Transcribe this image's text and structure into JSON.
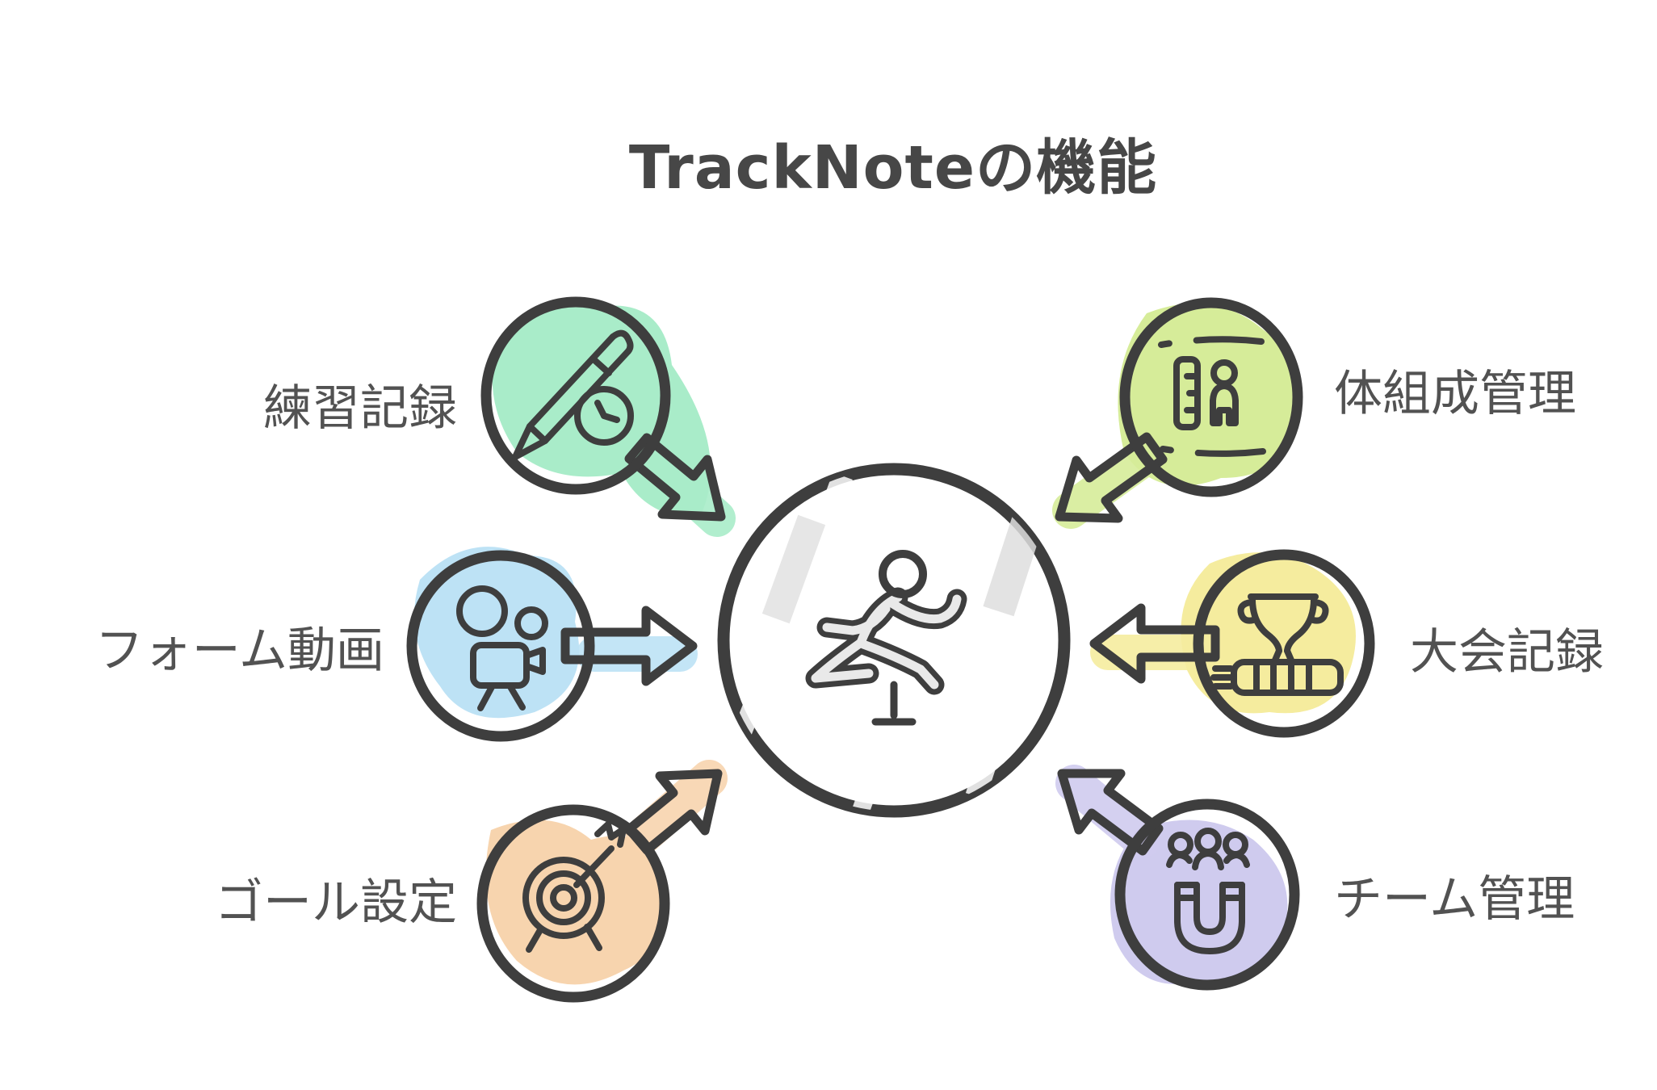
{
  "title": "TrackNoteの機能",
  "colors": {
    "outline": "#3e3e3e",
    "title_text": "#474747",
    "label_text": "#525252",
    "background": "#ffffff",
    "center_fill": "#e9e9e9",
    "center_streak": "#ffffff"
  },
  "center": {
    "icon": "hurdler-icon"
  },
  "features": [
    {
      "id": "practice-log",
      "label": "練習記録",
      "position": "top-left",
      "icon": "pencil-clock-icon",
      "fill": "#c8f0da",
      "splotch": "#a9ecc9",
      "arrow": "#b9ead2"
    },
    {
      "id": "form-video",
      "label": "フォーム動画",
      "position": "middle-left",
      "icon": "video-camera-icon",
      "fill": "#d6edfa",
      "splotch": "#bde2f5",
      "arrow": "#cfe9f8"
    },
    {
      "id": "goal-setting",
      "label": "ゴール設定",
      "position": "bottom-left",
      "icon": "target-icon",
      "fill": "#fbe6ce",
      "splotch": "#f7d4ae",
      "arrow": "#f8ddc2"
    },
    {
      "id": "body-composition",
      "label": "体組成管理",
      "position": "top-right",
      "icon": "ruler-person-icon",
      "fill": "#e7f4bd",
      "splotch": "#d6ec99",
      "arrow": "#dff0ab"
    },
    {
      "id": "competition-log",
      "label": "大会記録",
      "position": "middle-right",
      "icon": "trophy-icon",
      "fill": "#faf4c0",
      "splotch": "#f5ec9e",
      "arrow": "#f7f0ae"
    },
    {
      "id": "team-management",
      "label": "チーム管理",
      "position": "bottom-right",
      "icon": "people-magnet-icon",
      "fill": "#e3e0f6",
      "splotch": "#cfcbee",
      "arrow": "#dcd8f4"
    }
  ]
}
